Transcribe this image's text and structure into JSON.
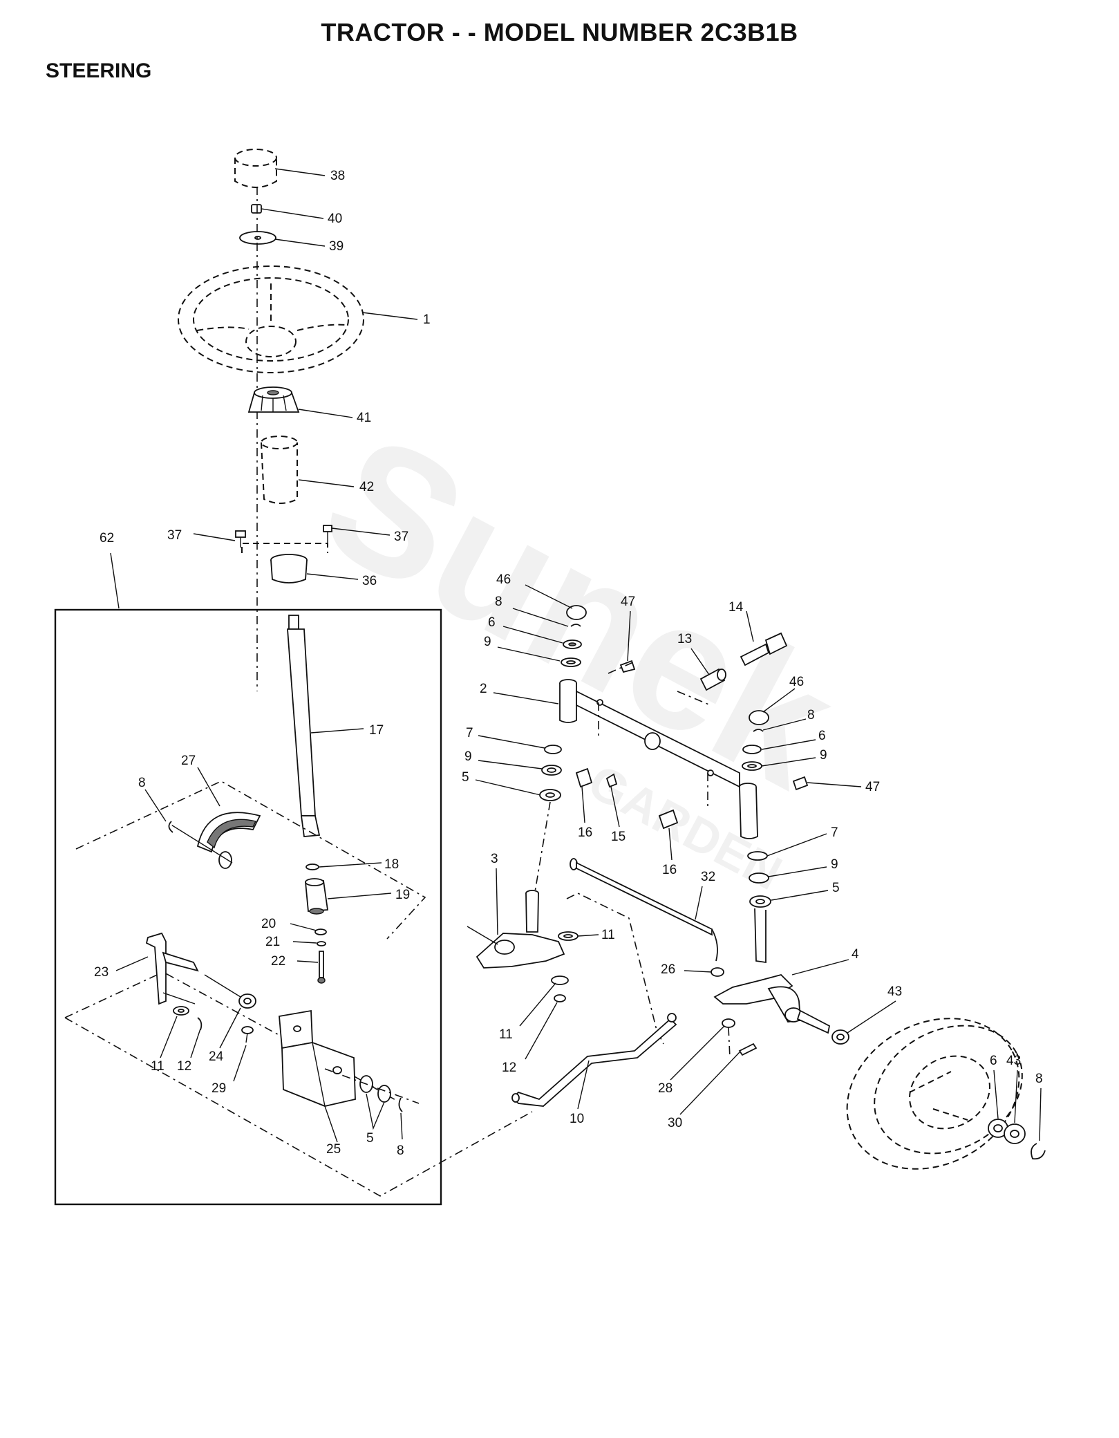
{
  "header": {
    "title": "TRACTOR - - MODEL NUMBER 2C3B1B",
    "section": "STEERING"
  },
  "watermark": {
    "brand": "Sunek",
    "sub": "GARDEN"
  },
  "callouts": [
    {
      "id": "38"
    },
    {
      "id": "40"
    },
    {
      "id": "39"
    },
    {
      "id": "1"
    },
    {
      "id": "41"
    },
    {
      "id": "42"
    },
    {
      "id": "62"
    },
    {
      "id": "37"
    },
    {
      "id": "37"
    },
    {
      "id": "36"
    },
    {
      "id": "17"
    },
    {
      "id": "27"
    },
    {
      "id": "8"
    },
    {
      "id": "18"
    },
    {
      "id": "19"
    },
    {
      "id": "20"
    },
    {
      "id": "21"
    },
    {
      "id": "22"
    },
    {
      "id": "23"
    },
    {
      "id": "11"
    },
    {
      "id": "12"
    },
    {
      "id": "24"
    },
    {
      "id": "29"
    },
    {
      "id": "25"
    },
    {
      "id": "5"
    },
    {
      "id": "8"
    },
    {
      "id": "46"
    },
    {
      "id": "8"
    },
    {
      "id": "6"
    },
    {
      "id": "9"
    },
    {
      "id": "47"
    },
    {
      "id": "2"
    },
    {
      "id": "7"
    },
    {
      "id": "9"
    },
    {
      "id": "5"
    },
    {
      "id": "13"
    },
    {
      "id": "14"
    },
    {
      "id": "16"
    },
    {
      "id": "15"
    },
    {
      "id": "16"
    },
    {
      "id": "46"
    },
    {
      "id": "8"
    },
    {
      "id": "6"
    },
    {
      "id": "9"
    },
    {
      "id": "47"
    },
    {
      "id": "7"
    },
    {
      "id": "9"
    },
    {
      "id": "5"
    },
    {
      "id": "3"
    },
    {
      "id": "32"
    },
    {
      "id": "11"
    },
    {
      "id": "4"
    },
    {
      "id": "26"
    },
    {
      "id": "11"
    },
    {
      "id": "12"
    },
    {
      "id": "43"
    },
    {
      "id": "28"
    },
    {
      "id": "30"
    },
    {
      "id": "10"
    },
    {
      "id": "6"
    },
    {
      "id": "43"
    },
    {
      "id": "8"
    }
  ]
}
